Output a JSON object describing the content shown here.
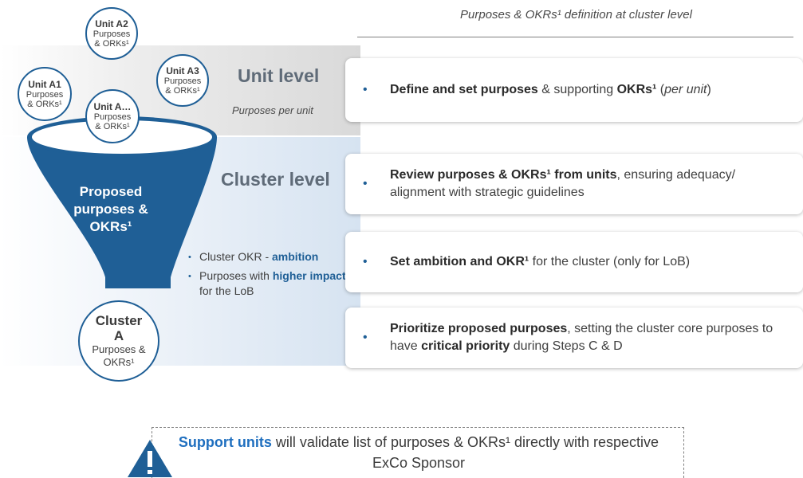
{
  "header": {
    "title": "Purposes & OKRs¹ definition at cluster level"
  },
  "levels": {
    "unit": {
      "title": "Unit level",
      "subtitle": "Purposes per unit"
    },
    "cluster": {
      "title": "Cluster level"
    }
  },
  "units": [
    {
      "name": "Unit A2",
      "line1": "Purposes",
      "line2": "& ORKs¹"
    },
    {
      "name": "Unit A1",
      "line1": "Purposes",
      "line2": "& ORKs¹"
    },
    {
      "name": "Unit A3",
      "line1": "Purposes",
      "line2": "& ORKs¹"
    },
    {
      "name": "Unit A…",
      "line1": "Purposes",
      "line2": "& ORKs¹"
    }
  ],
  "funnel": {
    "line1": "Proposed",
    "line2": "purposes &",
    "line3": "OKRs¹"
  },
  "cluster_circle": {
    "name1": "Cluster",
    "name2": "A",
    "line1": "Purposes &",
    "line2": "OKRs¹"
  },
  "left_bullets": [
    {
      "pre": "Cluster OKR - ",
      "bold": "ambition",
      "post": ""
    },
    {
      "pre": "Purposes with ",
      "bold": "higher impact",
      "post": " for the LoB"
    }
  ],
  "cards": [
    {
      "bold1": "Define and set purposes",
      "text1": " & supporting ",
      "bold2": "OKRs¹",
      "text2": " (",
      "ital": "per unit",
      "text3": ")"
    },
    {
      "bold1": "Review purposes & OKRs¹ from units",
      "text1": ", ensuring adequacy/ alignment with strategic guidelines"
    },
    {
      "bold1": "Set ambition and OKR¹",
      "text1": " for the cluster (only for LoB)"
    },
    {
      "bold1": "Prioritize proposed purposes",
      "text1": ", setting the cluster core purposes to have ",
      "bold2": "critical priority",
      "text2": " during Steps C & D"
    }
  ],
  "callout": {
    "bold": "Support units",
    "text": " will validate list of purposes & OKRs¹ directly with respective ExCo Sponsor"
  },
  "colors": {
    "accent": "#1f5f96",
    "funnel": "#1f5f96",
    "callout_bold": "#1f6fbf"
  },
  "icons": {
    "warning": "warning-icon",
    "bullet": "bullet-dot"
  }
}
